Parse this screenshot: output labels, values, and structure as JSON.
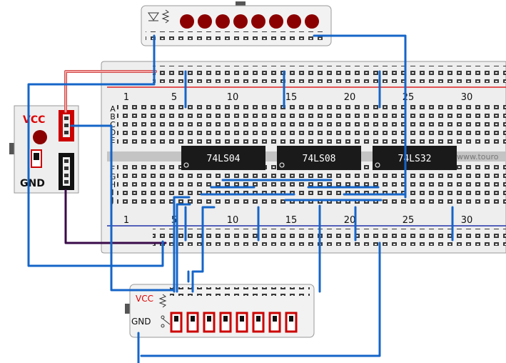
{
  "breadboard": {
    "column_numbers": [
      "1",
      "5",
      "10",
      "15",
      "20",
      "25",
      "30"
    ],
    "top_row_letters": [
      "A",
      "B",
      "C",
      "D",
      "E"
    ],
    "bottom_row_letters": [
      "F",
      "G",
      "H",
      "I",
      "J"
    ],
    "watermark": "www.touro"
  },
  "chips": [
    {
      "label": "74LS04"
    },
    {
      "label": "74LS08"
    },
    {
      "label": "74LS32"
    }
  ],
  "power_supply": {
    "vcc_label": "VCC",
    "gnd_label": "GND"
  },
  "input_switches": {
    "vcc_label": "VCC",
    "gnd_label": "GND",
    "switch_count": 8
  },
  "led_display": {
    "led_count": 8
  },
  "colors": {
    "wire_blue": "#1565c8",
    "wire_pink": "#f08080",
    "wire_purple": "#3a0a4a",
    "led_red": "#8b0000",
    "chip_body": "#1a1a1a",
    "rail_red": "#dd2222",
    "rail_blue": "#2233aa",
    "switch_red": "#cc0000"
  }
}
